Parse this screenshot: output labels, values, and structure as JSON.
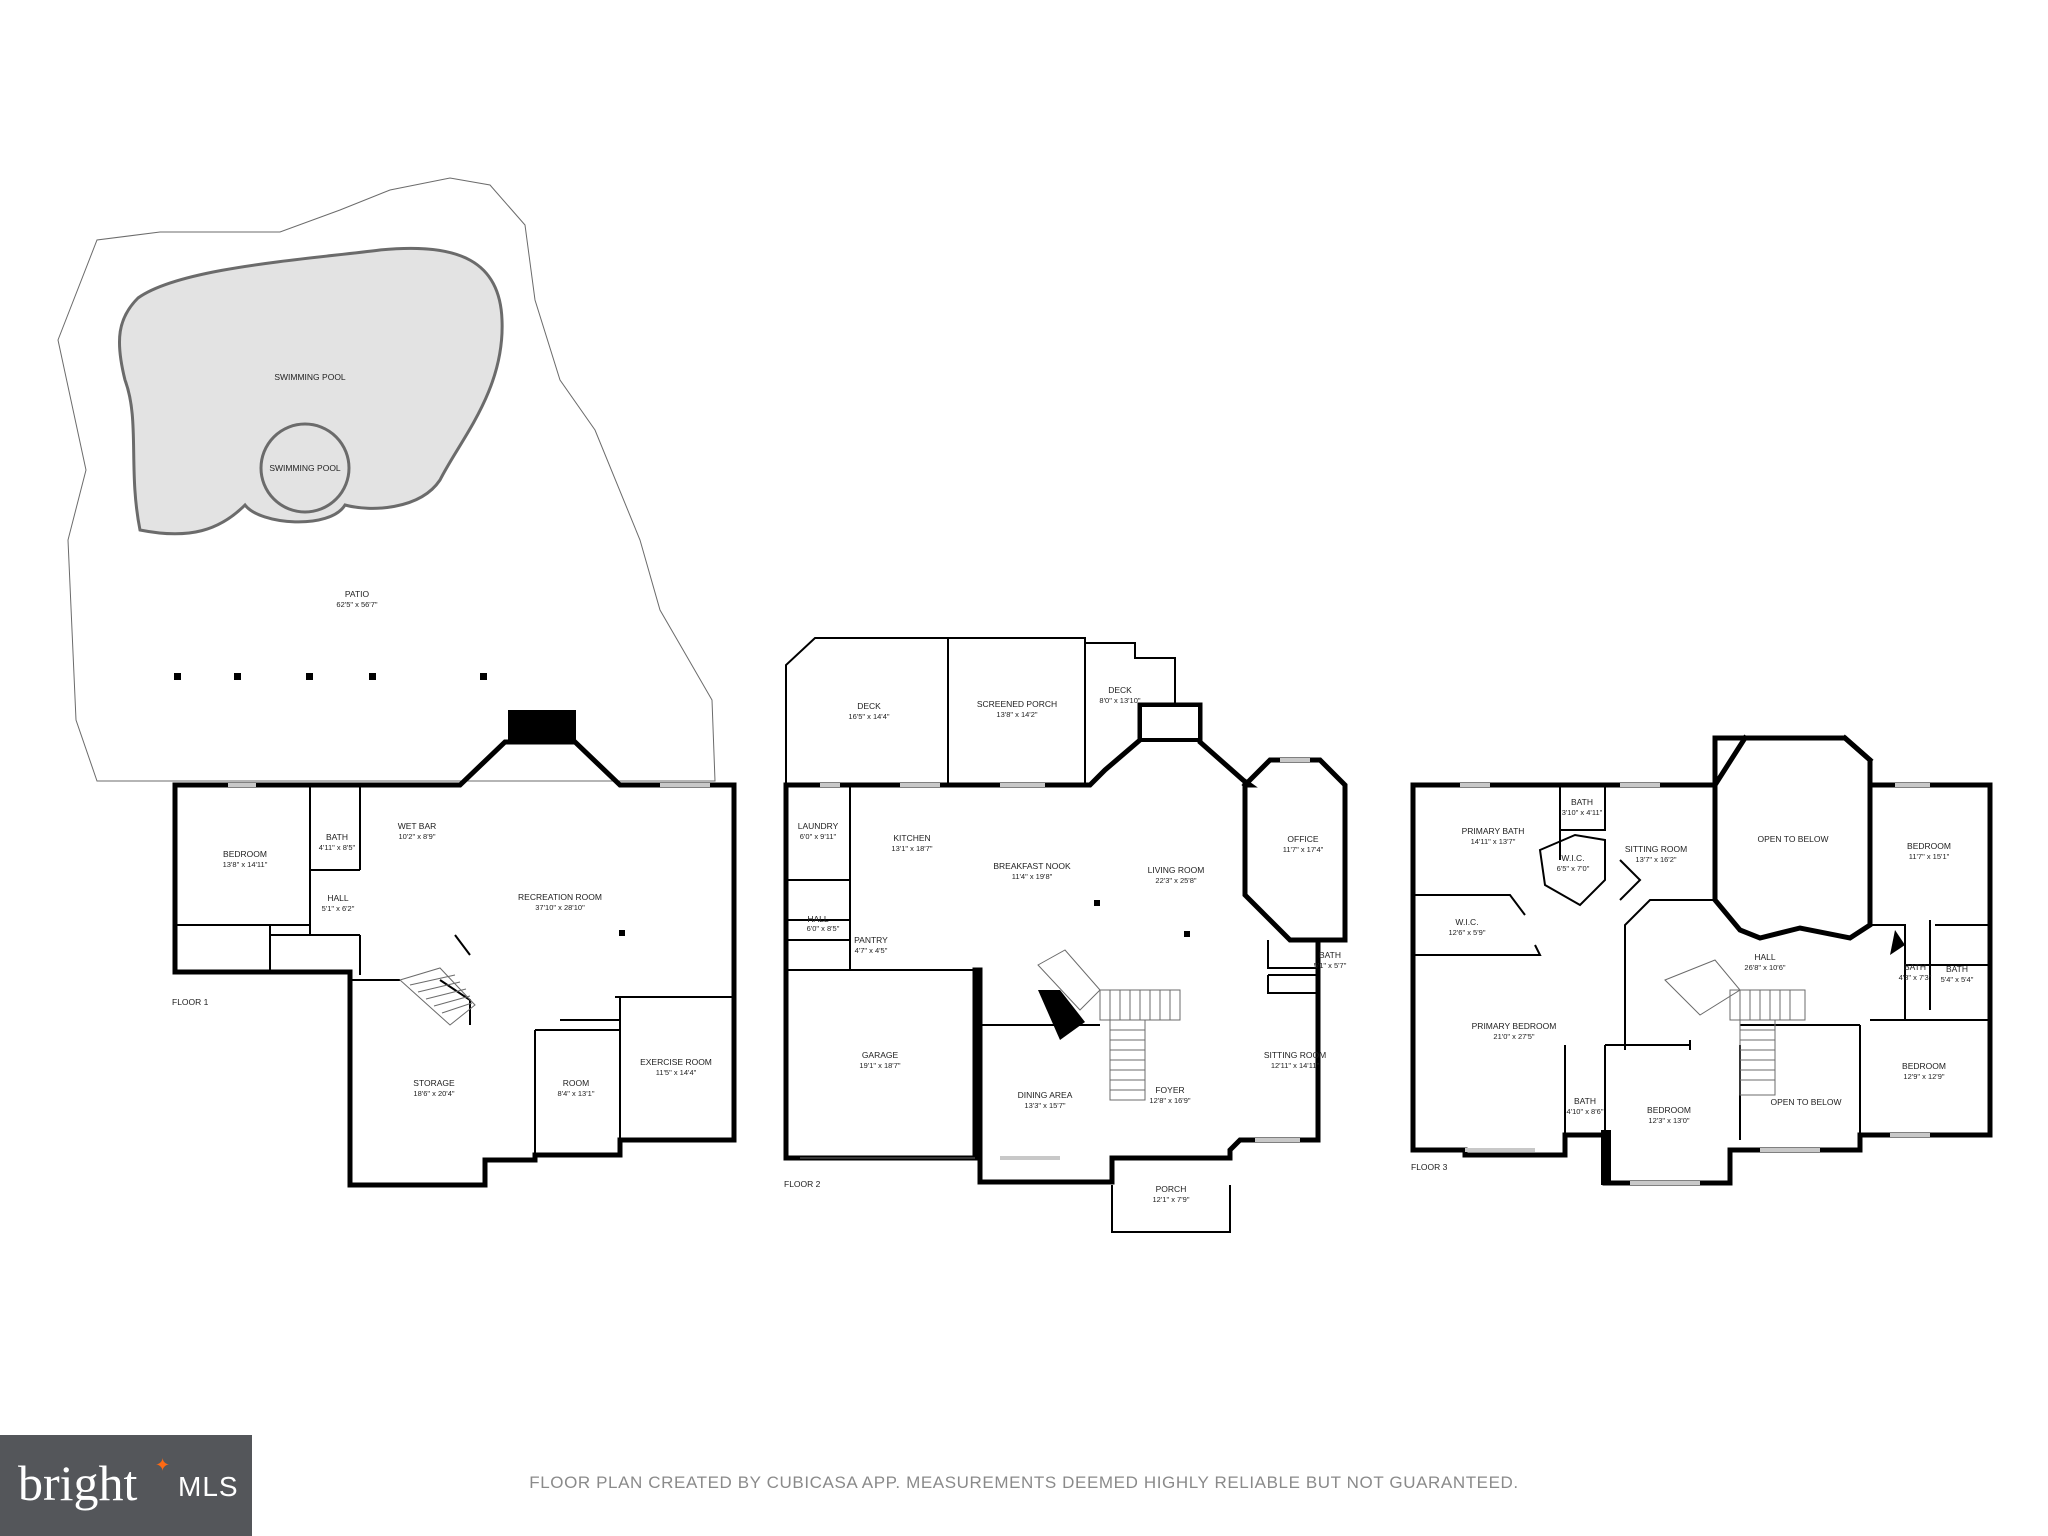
{
  "rooms": {
    "swimming_pool_large": {
      "name": "SWIMMING POOL"
    },
    "swimming_pool_small": {
      "name": "SWIMMING POOL"
    },
    "patio": {
      "name": "PATIO",
      "dim": "62'5\" x 56'7\""
    },
    "f1_bedroom": {
      "name": "BEDROOM",
      "dim": "13'8\" x 14'11\""
    },
    "f1_bath": {
      "name": "BATH",
      "dim": "4'11\" x 8'5\""
    },
    "f1_wet_bar": {
      "name": "WET BAR",
      "dim": "10'2\" x 8'9\""
    },
    "f1_hall": {
      "name": "HALL",
      "dim": "5'1\" x 6'2\""
    },
    "f1_recreation": {
      "name": "RECREATION ROOM",
      "dim": "37'10\" x 28'10\""
    },
    "f1_storage": {
      "name": "STORAGE",
      "dim": "18'6\" x 20'4\""
    },
    "f1_room": {
      "name": "ROOM",
      "dim": "8'4\" x 13'1\""
    },
    "f1_exercise": {
      "name": "EXERCISE ROOM",
      "dim": "11'5\" x 14'4\""
    },
    "f2_deck_left": {
      "name": "DECK",
      "dim": "16'5\" x 14'4\""
    },
    "f2_screened_porch": {
      "name": "SCREENED PORCH",
      "dim": "13'8\" x 14'2\""
    },
    "f2_deck_right": {
      "name": "DECK",
      "dim": "8'0\" x 13'10\""
    },
    "f2_laundry": {
      "name": "LAUNDRY",
      "dim": "6'0\" x 9'11\""
    },
    "f2_kitchen": {
      "name": "KITCHEN",
      "dim": "13'1\" x 18'7\""
    },
    "f2_breakfast": {
      "name": "BREAKFAST NOOK",
      "dim": "11'4\" x 19'8\""
    },
    "f2_living": {
      "name": "LIVING ROOM",
      "dim": "22'3\" x 25'8\""
    },
    "f2_office": {
      "name": "OFFICE",
      "dim": "11'7\" x 17'4\""
    },
    "f2_hall": {
      "name": "HALL",
      "dim": "6'0\" x 8'5\""
    },
    "f2_pantry": {
      "name": "PANTRY",
      "dim": "4'7\" x 4'5\""
    },
    "f2_bath": {
      "name": "BATH",
      "dim": "5'1\" x 5'7\""
    },
    "f2_garage": {
      "name": "GARAGE",
      "dim": "19'1\" x 18'7\""
    },
    "f2_dining": {
      "name": "DINING AREA",
      "dim": "13'3\" x 15'7\""
    },
    "f2_foyer": {
      "name": "FOYER",
      "dim": "12'8\" x 16'9\""
    },
    "f2_sitting": {
      "name": "SITTING ROOM",
      "dim": "12'11\" x 14'11\""
    },
    "f2_porch": {
      "name": "PORCH",
      "dim": "12'1\" x 7'9\""
    },
    "f3_primary_bath": {
      "name": "PRIMARY BATH",
      "dim": "14'11\" x 13'7\""
    },
    "f3_bath_a": {
      "name": "BATH",
      "dim": "3'10\" x 4'11\""
    },
    "f3_wic_a": {
      "name": "W.I.C.",
      "dim": "6'5\" x 7'0\""
    },
    "f3_sitting": {
      "name": "SITTING ROOM",
      "dim": "13'7\" x 16'2\""
    },
    "f3_open_below_a": {
      "name": "OPEN TO BELOW"
    },
    "f3_bedroom_a": {
      "name": "BEDROOM",
      "dim": "11'7\" x 15'1\""
    },
    "f3_wic_b": {
      "name": "W.I.C.",
      "dim": "12'6\" x 5'9\""
    },
    "f3_hall": {
      "name": "HALL",
      "dim": "26'8\" x 10'6\""
    },
    "f3_bath_b": {
      "name": "BATH",
      "dim": "4'8\" x 7'3\""
    },
    "f3_bath_c": {
      "name": "BATH",
      "dim": "5'4\" x 5'4\""
    },
    "f3_primary_bedroom": {
      "name": "PRIMARY BEDROOM",
      "dim": "21'0\" x 27'5\""
    },
    "f3_bedroom_b": {
      "name": "BEDROOM",
      "dim": "12'9\" x 12'9\""
    },
    "f3_bath_d": {
      "name": "BATH",
      "dim": "4'10\" x 8'6\""
    },
    "f3_bedroom_c": {
      "name": "BEDROOM",
      "dim": "12'3\" x 13'0\""
    },
    "f3_open_below_b": {
      "name": "OPEN TO BELOW"
    }
  },
  "floor_labels": {
    "floor1": "FLOOR 1",
    "floor2": "FLOOR 2",
    "floor3": "FLOOR 3"
  },
  "footer": {
    "disclaimer": "FLOOR PLAN CREATED BY CUBICASA APP. MEASUREMENTS DEEMED HIGHLY RELIABLE BUT NOT GUARANTEED."
  },
  "logo": {
    "word": "bright",
    "suffix": "MLS",
    "accent_color": "#ff6a13",
    "background": "#54565a"
  },
  "colors": {
    "wall": "#000000",
    "pool_fill": "#e3e3e3",
    "window": "#c8c8c8",
    "footer_text": "#8a8a8a"
  }
}
